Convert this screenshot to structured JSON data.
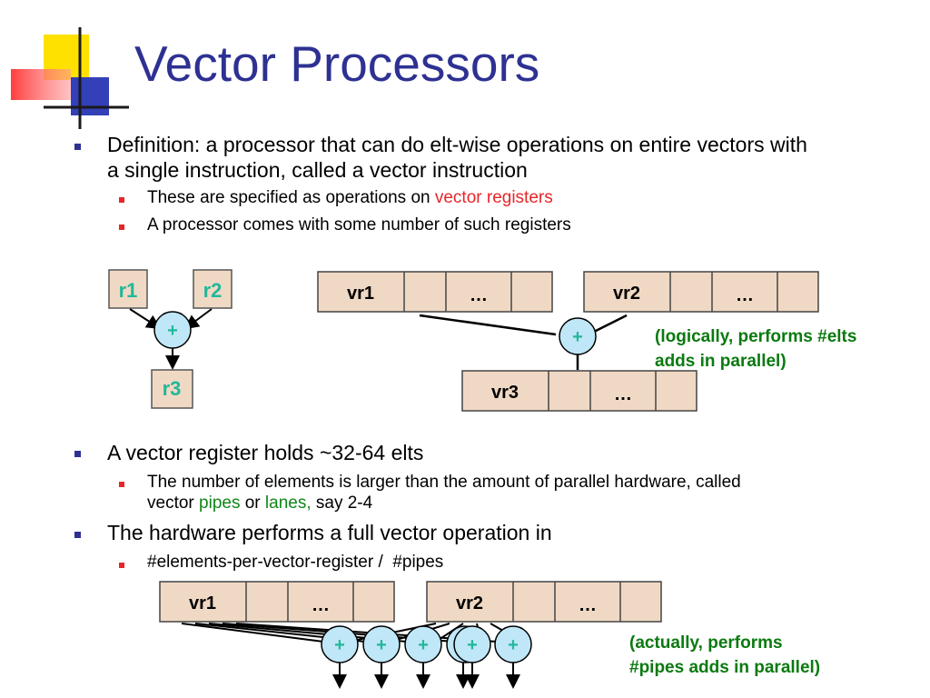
{
  "slide": {
    "title": "Vector Processors",
    "bullets": [
      {
        "text": "Definition: a processor that can do elt-wise operations on entire vectors with a single instruction, called a vector instruction",
        "line1": "Definition: a processor that can do elt-wise operations on entire vectors with",
        "line2": "a single instruction, called a vector instruction",
        "subs": [
          {
            "prefix": "These are specified as operations on ",
            "highlight": "vector registers"
          },
          {
            "text": "A processor comes with some number of such registers"
          }
        ]
      },
      {
        "text": "A vector register holds ~32-64 elts",
        "subs": [
          {
            "line1": "The number of elements is larger than the amount of parallel hardware, called",
            "line2_a": "vector ",
            "pipes": "pipes",
            "or": " or ",
            "lanes": "lanes,",
            "line2_b": " say 2-4"
          }
        ]
      },
      {
        "text": "The hardware performs a full vector operation in",
        "subs": [
          {
            "text": "#elements-per-vector-register /  #pipes"
          }
        ]
      }
    ]
  },
  "diagram1": {
    "r1": "r1",
    "r2": "r2",
    "r3": "r3",
    "plus": "+",
    "vr1": "vr1",
    "vr2": "vr2",
    "vr3": "vr3",
    "ellipsis": "…",
    "note_line1": "(logically, performs #elts",
    "note_line2": "adds in parallel)"
  },
  "diagram2": {
    "vr1": "vr1",
    "vr2": "vr2",
    "ellipsis": "…",
    "plus": "+",
    "note_line1": "(actually, performs",
    "note_line2": "#pipes adds in parallel)"
  },
  "colors": {
    "title": "#2e3192",
    "register_fill": "#f0d9c4",
    "adder_fill": "#bfe7f7",
    "scalar_register_text": "#21b89a",
    "note_text": "#0b7a10",
    "highlight_red": "#e8252a"
  }
}
